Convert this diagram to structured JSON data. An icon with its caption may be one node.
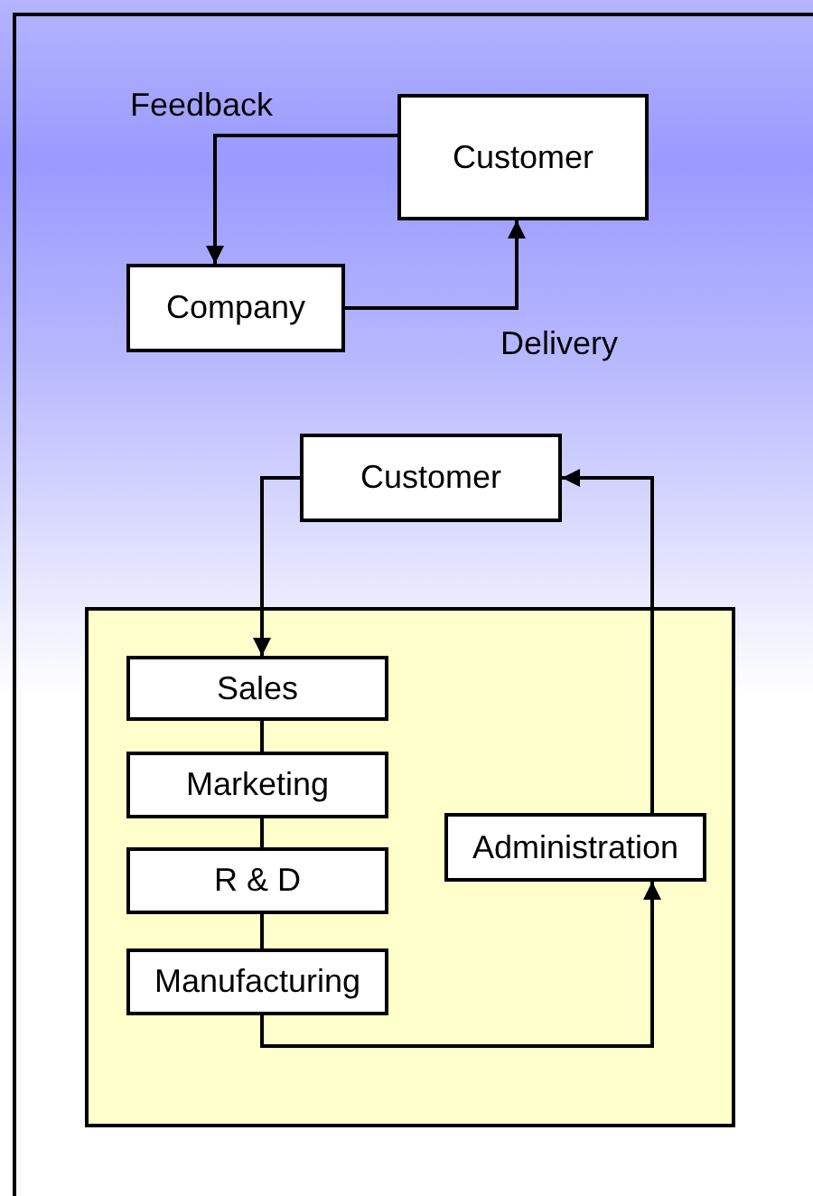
{
  "diagram": {
    "nodes": [
      {
        "text": [
          "Customer"
        ]
      },
      {
        "text": [
          "Company"
        ]
      },
      {
        "text": [
          "Customer"
        ]
      },
      {
        "text": [],
        "shape": "box"
      },
      {
        "text": [
          "Sales"
        ],
        "in": 3
      },
      {
        "text": [
          "Marketing"
        ],
        "in": 3
      },
      {
        "text": [
          "R & D"
        ],
        "in": 3
      },
      {
        "text": [
          "Manufacturing"
        ],
        "in": 3
      },
      {
        "text": [
          "Administration"
        ],
        "in": 3
      }
    ],
    "edges": [
      {
        "from": 0,
        "to": 1,
        "arrow": "to",
        "label": "Feedback"
      },
      {
        "from": 1,
        "to": 0,
        "arrow": "to",
        "label": "Delivery"
      },
      {
        "from": 2,
        "to": 4,
        "arrow": "to"
      },
      {
        "from": 4,
        "to": 5,
        "arrow": "none"
      },
      {
        "from": 5,
        "to": 6,
        "arrow": "none"
      },
      {
        "from": 6,
        "to": 7,
        "arrow": "none"
      },
      {
        "from": 7,
        "to": 8,
        "arrow": "to"
      },
      {
        "from": 8,
        "to": 2,
        "arrow": "to"
      }
    ]
  }
}
